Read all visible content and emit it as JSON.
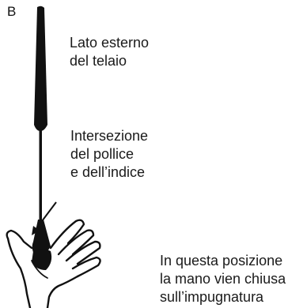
{
  "panel": {
    "letter": "B"
  },
  "captions": {
    "frame": [
      "Lato esterno",
      "del telaio"
    ],
    "intersection": [
      "Intersezione",
      "del pollice",
      "e dell’indice"
    ],
    "position": [
      "In questa posizione",
      "la mano vien chiusa",
      "sull’impugnatura"
    ]
  },
  "colors": {
    "ink": "#111111",
    "background": "#ffffff"
  }
}
